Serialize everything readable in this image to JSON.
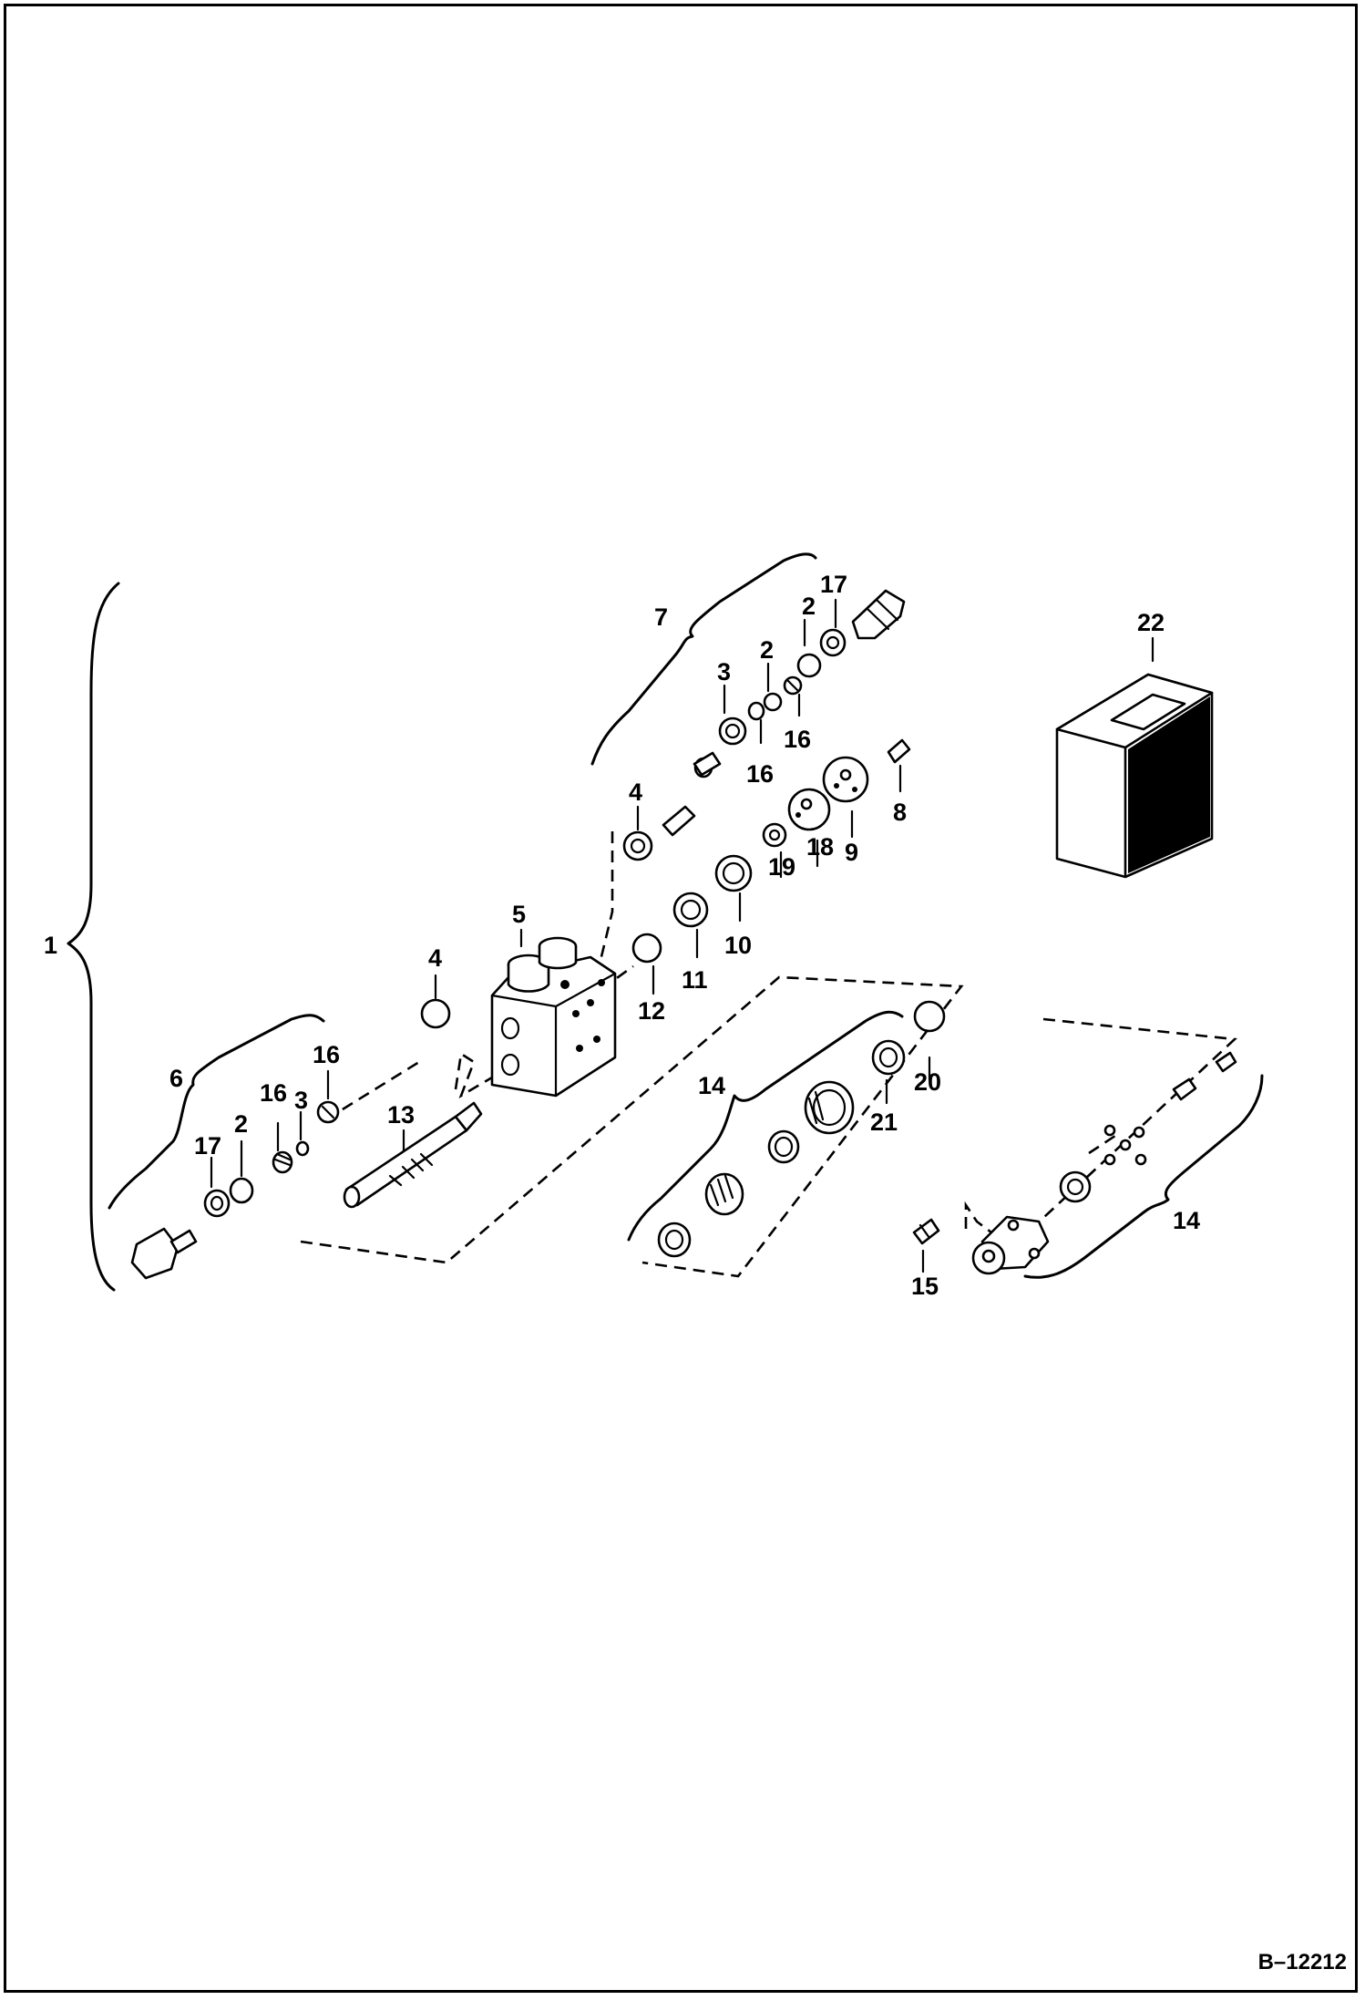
{
  "diagram": {
    "drawing_code": "B–12212",
    "callouts": [
      "1",
      "2",
      "2",
      "2",
      "3",
      "3",
      "4",
      "4",
      "5",
      "6",
      "7",
      "8",
      "9",
      "10",
      "11",
      "12",
      "13",
      "14",
      "14",
      "15",
      "16",
      "16",
      "16",
      "16",
      "17",
      "17",
      "18",
      "19",
      "20",
      "21",
      "22"
    ]
  }
}
